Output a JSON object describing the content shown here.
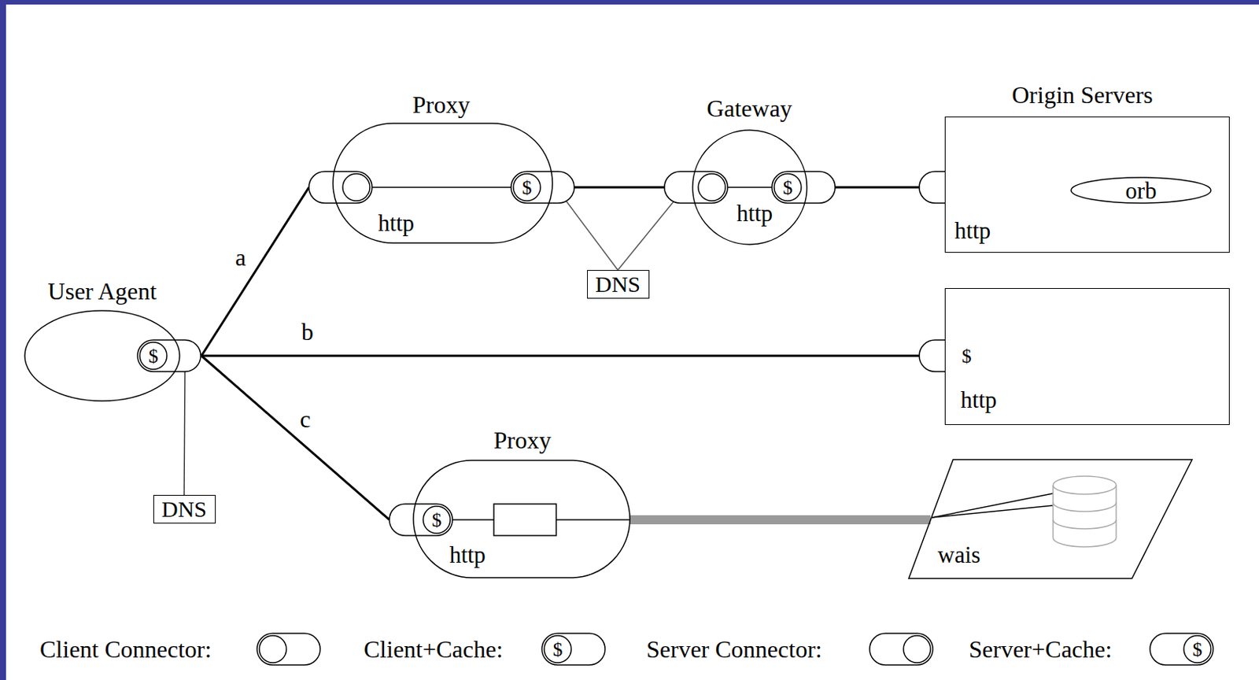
{
  "diagram": {
    "nodes": [
      {
        "text": [
          "User Agent"
        ]
      },
      {
        "text": [
          "DNS"
        ]
      },
      {
        "text": [
          "Proxy",
          "http"
        ]
      },
      {
        "text": [
          "Gateway",
          "http"
        ]
      },
      {
        "text": [
          "DNS"
        ]
      },
      {
        "text": [
          "Origin Servers",
          "http"
        ]
      },
      {
        "text": [
          "orb"
        ],
        "in": 5
      },
      {
        "text": [
          "http"
        ]
      },
      {
        "text": [
          "Proxy",
          "http"
        ]
      },
      {
        "text": [
          "wais"
        ]
      }
    ],
    "edges": [
      {
        "from": 0,
        "to": 2,
        "label": "a",
        "arrow": "none"
      },
      {
        "from": 0,
        "to": 7,
        "label": "b",
        "arrow": "none"
      },
      {
        "from": 0,
        "to": 8,
        "label": "c",
        "arrow": "none"
      },
      {
        "from": 0,
        "to": 1,
        "arrow": "none"
      },
      {
        "from": 2,
        "to": 3,
        "arrow": "none"
      },
      {
        "from": 2,
        "to": 4,
        "arrow": "none"
      },
      {
        "from": 3,
        "to": 4,
        "arrow": "none"
      },
      {
        "from": 3,
        "to": 5,
        "arrow": "none"
      },
      {
        "from": 8,
        "to": 9,
        "arrow": "none"
      }
    ],
    "labels": [
      "$",
      "$",
      "$",
      "$",
      "$",
      "$",
      "$"
    ],
    "legend": [
      {
        "text": "Client Connector:"
      },
      {
        "text": "Client+Cache:"
      },
      {
        "text": "Server Connector:"
      },
      {
        "text": "Server+Cache:"
      }
    ]
  }
}
